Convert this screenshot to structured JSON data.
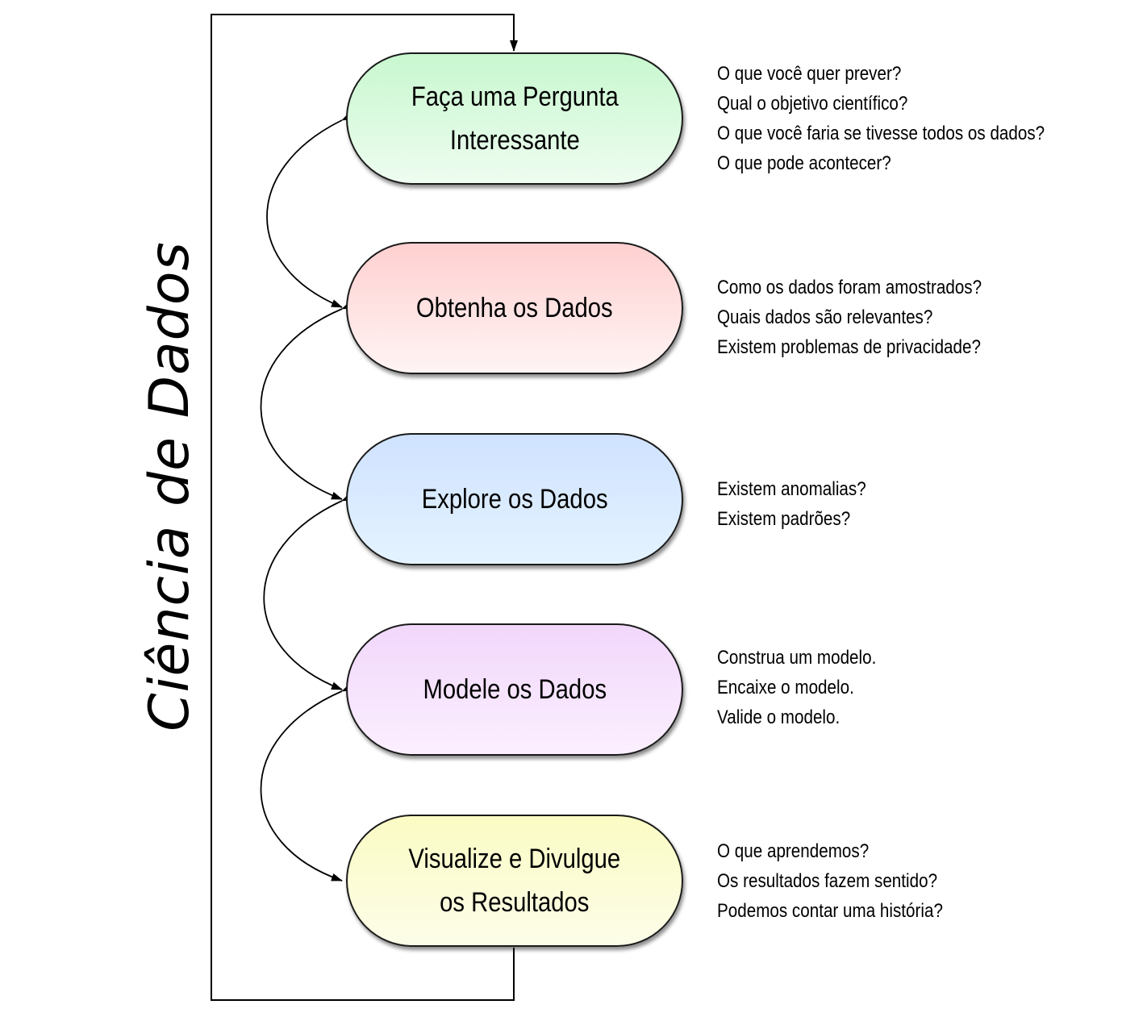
{
  "title": "Ciência de Dados",
  "stages": [
    {
      "label": "Faça uma Pergunta\nInteressante",
      "questions": [
        "O que você quer prever?",
        "Qual o objetivo científico?",
        "O que você faria se tivesse todos os dados?",
        "O que pode acontecer?"
      ]
    },
    {
      "label": "Obtenha os Dados",
      "questions": [
        "Como os dados foram amostrados?",
        "Quais dados são relevantes?",
        "Existem problemas de privacidade?"
      ]
    },
    {
      "label": "Explore os Dados",
      "questions": [
        "Existem anomalias?",
        "Existem padrões?"
      ]
    },
    {
      "label": "Modele os Dados",
      "questions": [
        "Construa um modelo.",
        "Encaixe o modelo.",
        "Valide o modelo."
      ]
    },
    {
      "label": "Visualize e Divulgue\nos Resultados",
      "questions": [
        "O que aprendemos?",
        "Os resultados fazem sentido?",
        "Podemos contar uma história?"
      ]
    }
  ]
}
